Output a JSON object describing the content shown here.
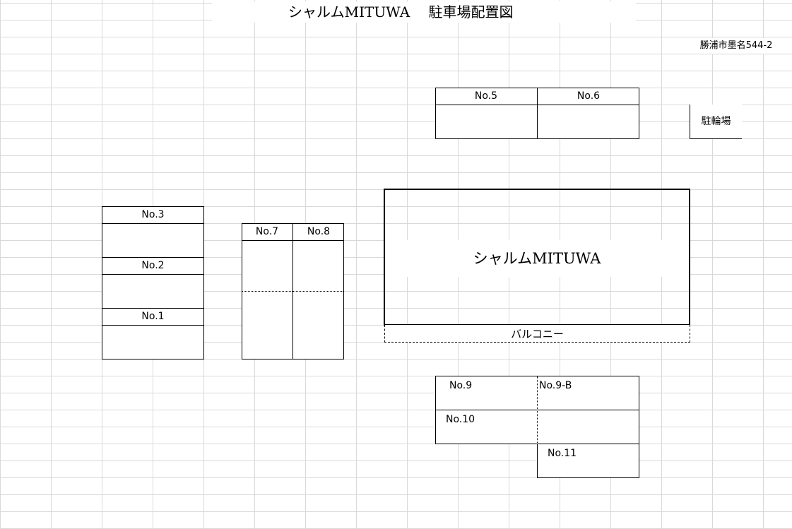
{
  "title": "シャルムMITUWA　 駐車場配置図",
  "address": "勝浦市墨名544-2",
  "building": {
    "name": "シャルムMITUWA",
    "balcony": "バルコニー"
  },
  "bike_parking": "駐輪場",
  "spaces": {
    "no1": "No.1",
    "no2": "No.2",
    "no3": "No.3",
    "no5": "No.5",
    "no6": "No.6",
    "no7": "No.7",
    "no8": "No.8",
    "no9": "No.9",
    "no9b": "No.9-B",
    "no10": "No.10",
    "no11": "No.11"
  },
  "grid_color": "#d9d9d9",
  "line_color": "#000000"
}
